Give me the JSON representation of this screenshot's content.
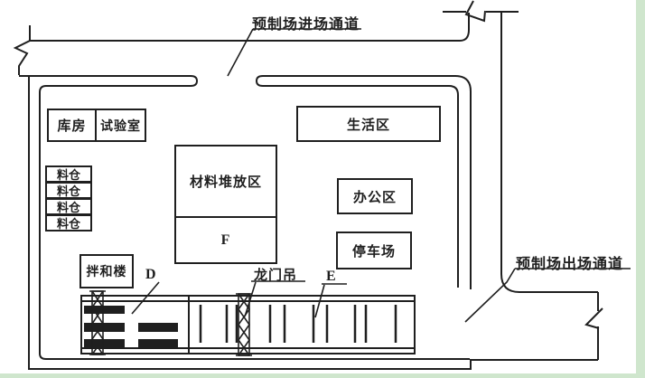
{
  "diagram": {
    "roads": {
      "entry_label": "预制场进场通道",
      "exit_label": "预制场出场通道"
    },
    "buildings": {
      "warehouse": "库房",
      "test_room": "试验室",
      "silos": [
        "料仓",
        "料仓",
        "料仓",
        "料仓"
      ],
      "material_area": "材料堆放区",
      "material_area_letter": "F",
      "living_area": "生活区",
      "office_area": "办公区",
      "parking": "停车场",
      "mixing_plant": "拌和楼"
    },
    "annotations": {
      "d": "D",
      "e": "E",
      "gantry_crane": "龙门吊"
    },
    "colors": {
      "line": "#1f1f1f",
      "page_edge_green": "#cfe6cd"
    }
  }
}
